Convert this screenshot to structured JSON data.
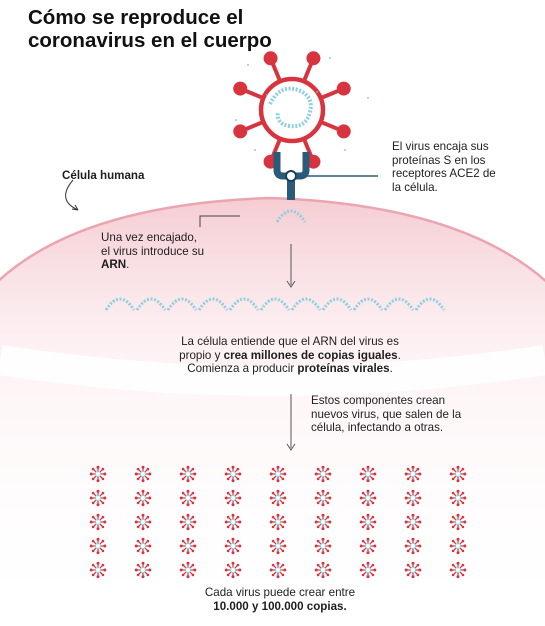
{
  "title": "Cómo se reproduce el coronavirus en el cuerpo",
  "labels": {
    "human_cell": "Célula humana",
    "step1": [
      "El virus encaja sus",
      "proteínas S en los",
      "receptores ACE2 de",
      "la célula."
    ],
    "step2": {
      "lines": [
        "Una vez encajado,",
        "el virus introduce su"
      ],
      "bold": "ARN",
      "tail": "."
    },
    "step3": {
      "line1": "La célula entiende que el ARN del virus es",
      "line2_plain": "propio y ",
      "line2_bold": "crea millones de copias iguales",
      "line2_tail": ".",
      "line3_plain": "Comienza a producir ",
      "line3_bold": "proteínas virales",
      "line3_tail": "."
    },
    "step4": [
      "Estos componentes crean",
      "nuevos virus, que salen de la",
      "célula, infectando a otras."
    ],
    "footer": {
      "line1": "Cada virus puede crear entre",
      "line2": "10.000 y 100.000 copias."
    }
  },
  "colors": {
    "virus_red": "#d8343f",
    "rna_blue": "#8fcfe0",
    "receptor": "#2a5b7a",
    "cell_pink": "#f4c9cf",
    "text": "#1e1e1e"
  },
  "icons": [
    "virus-icon",
    "ace2-receptor-icon",
    "rna-strand-icon",
    "virus-copy-icon"
  ]
}
